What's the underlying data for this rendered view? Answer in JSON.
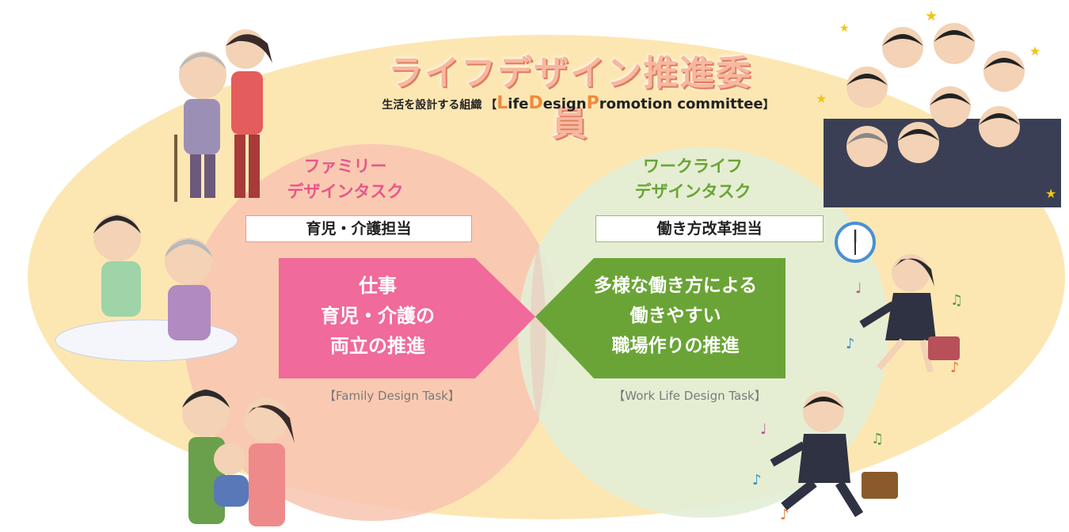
{
  "header": {
    "title": "ライフデザイン推進委員",
    "subtitle_ja": "生活を設計する組織",
    "bracket_open": "【",
    "bracket_close": "】",
    "en_L": "L",
    "en_ife": "ife",
    "en_D": "D",
    "en_esign": "esign",
    "en_P": "P",
    "en_romotion": "romotion committee"
  },
  "family": {
    "title_line1": "ファミリー",
    "title_line2": "デザインタスク",
    "role": "育児・介護担当",
    "arrow_line1": "仕事",
    "arrow_line2": "育児・介護の",
    "arrow_line3": "両立の推進",
    "en_label": "【Family Design Task】"
  },
  "work": {
    "title_line1": "ワークライフ",
    "title_line2": "デザインタスク",
    "role": "働き方改革担当",
    "arrow_line1": "多様な働き方による",
    "arrow_line2": "働きやすい",
    "arrow_line3": "職場作りの推進",
    "en_label": "【Work Life Design Task】"
  },
  "colors": {
    "outer_ellipse": "#fbe3a6",
    "family_circle": "#f8c4b0",
    "work_circle": "#e2eed6",
    "family_accent": "#f06a9b",
    "work_accent": "#6aa436",
    "title_fill": "#f7b8a0"
  },
  "icons": [
    "elderly-care-illustration",
    "bed-care-illustration",
    "family-baby-illustration",
    "cheering-group-illustration",
    "clock-icon",
    "running-businesswoman-illustration",
    "running-businessman-illustration"
  ]
}
